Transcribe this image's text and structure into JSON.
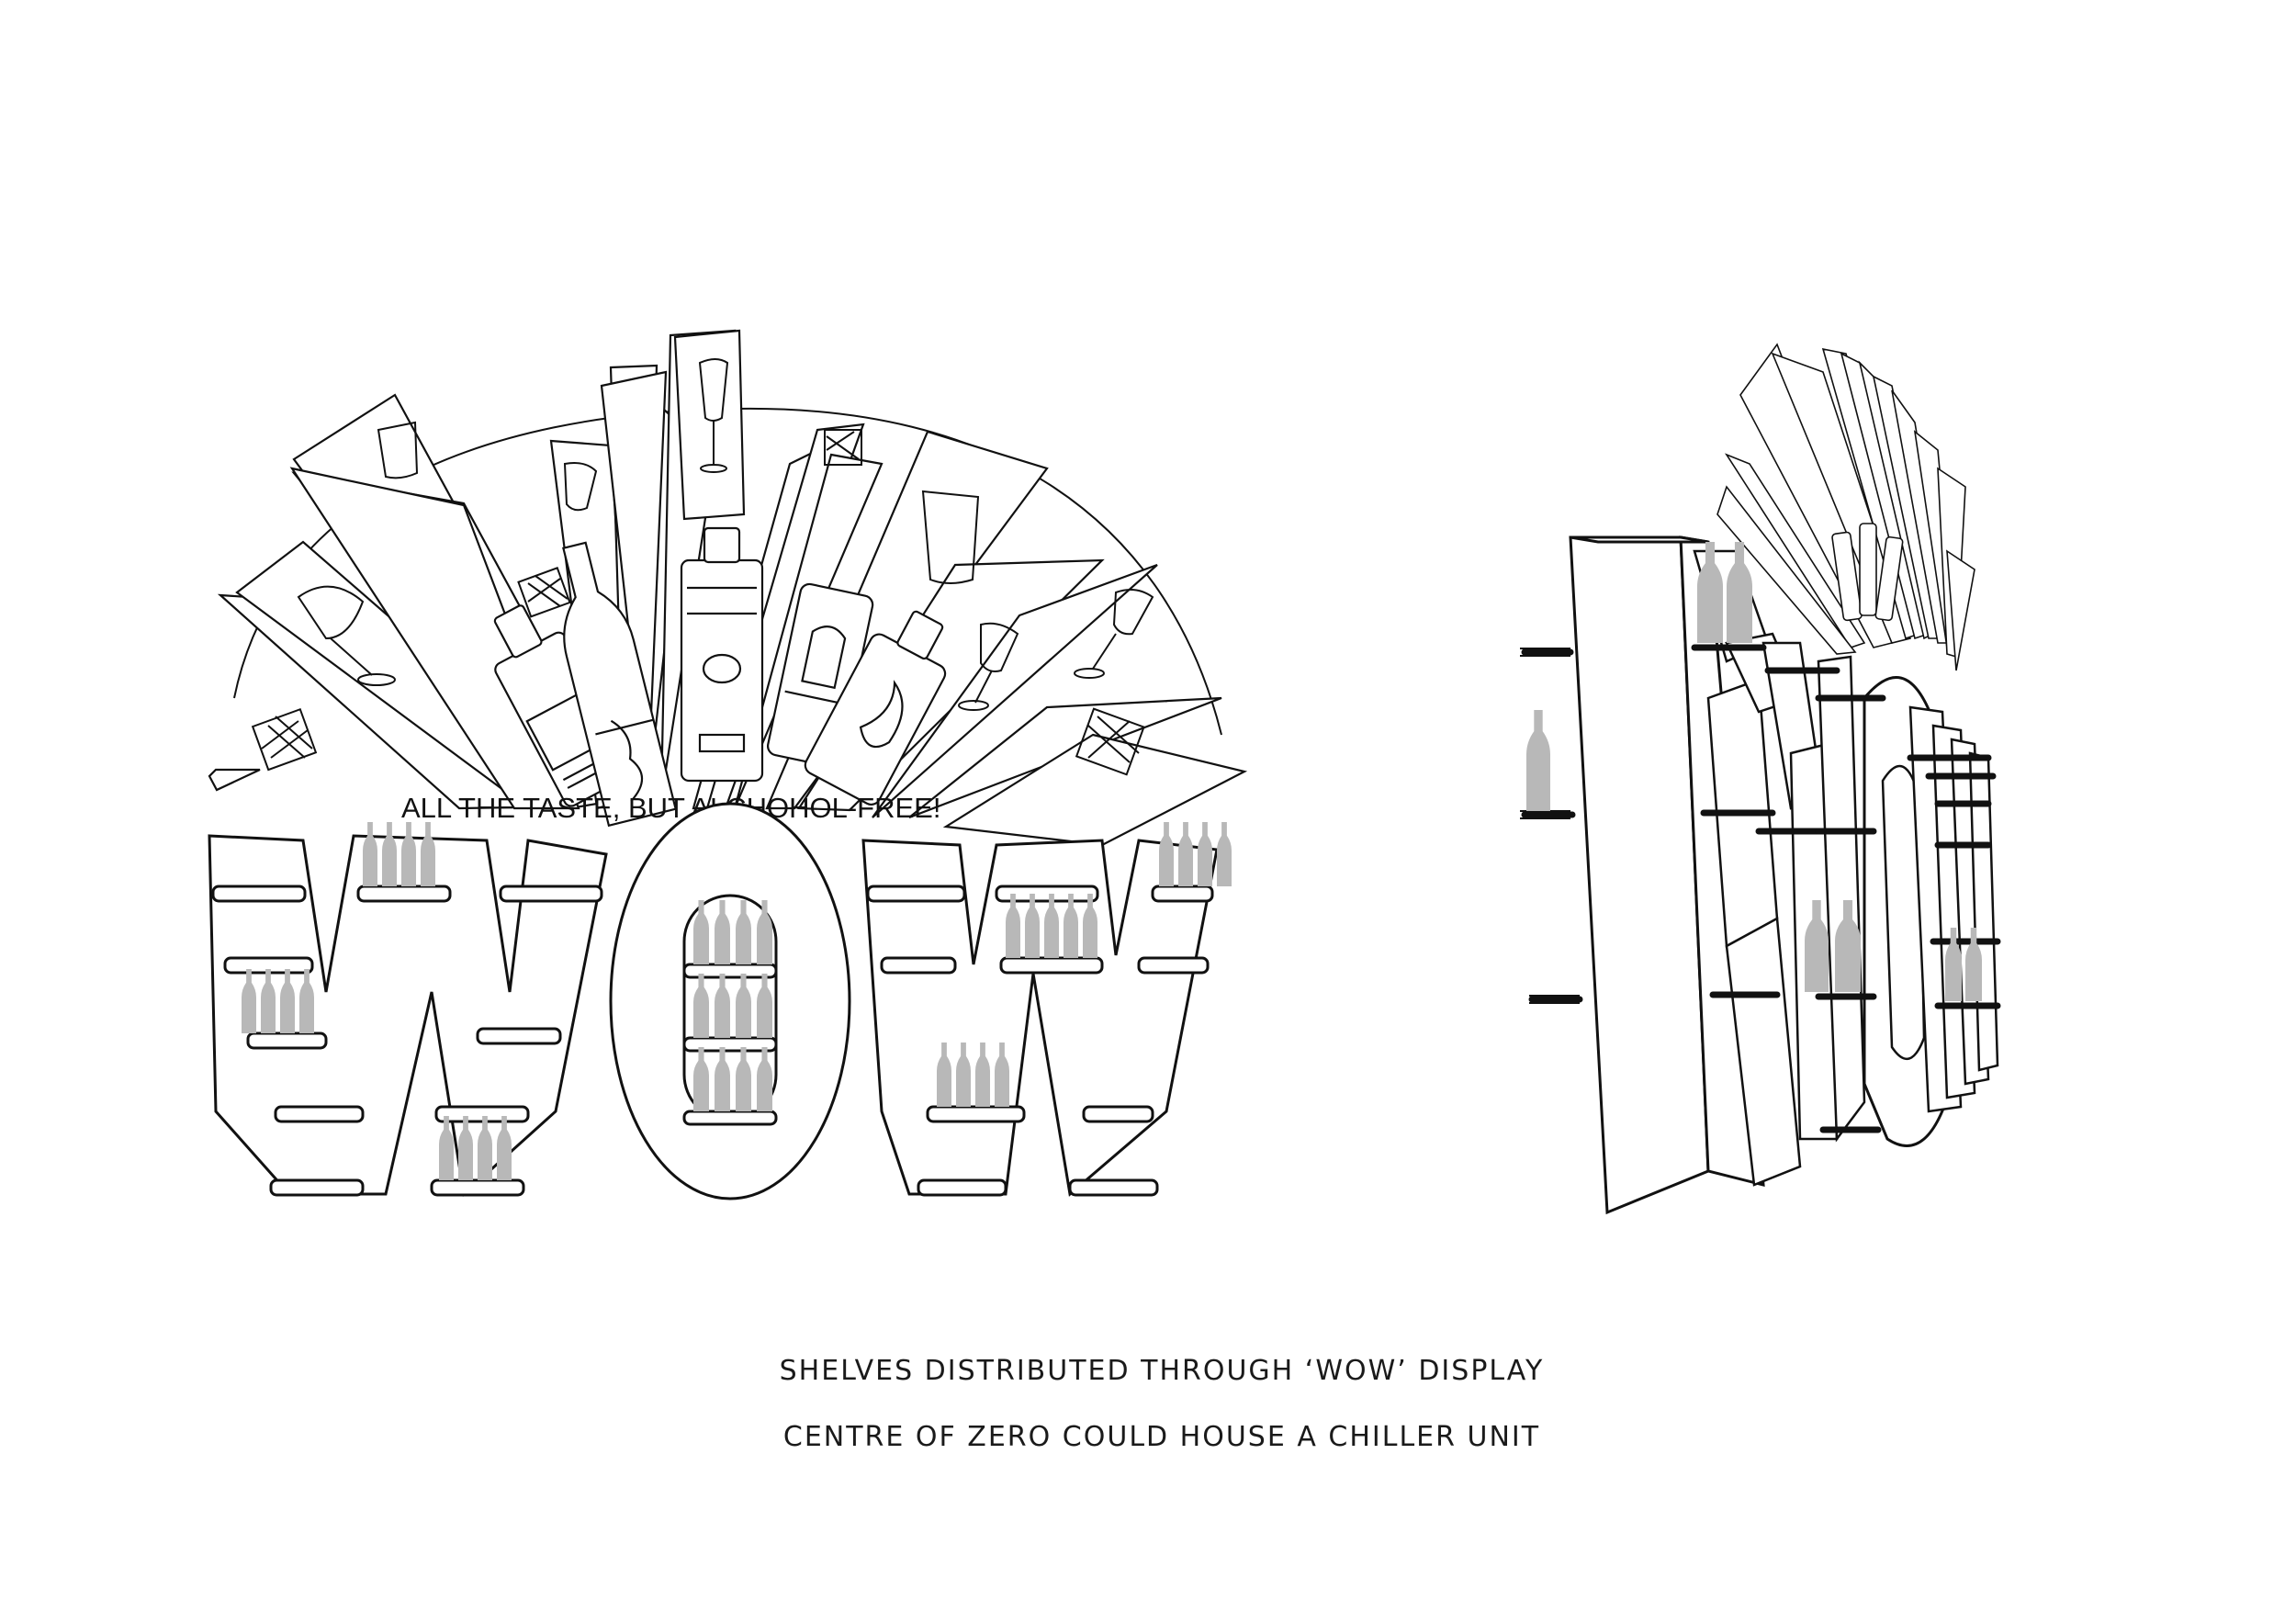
{
  "front_view": {
    "tagline": "ALL THE TASTE, BUT ALCHOHOL-FREE!",
    "letters": "WOW"
  },
  "side_view": {
    "letters": "WOW"
  },
  "captions": {
    "line1": "SHELVES DISTRIBUTED THROUGH ‘WOW’ DISPLAY",
    "line2": "CENTRE OF ZERO COULD HOUSE A CHILLER UNIT"
  },
  "colors": {
    "line": "#111111",
    "bottle": "#b8b8b8",
    "background": "#ffffff"
  }
}
